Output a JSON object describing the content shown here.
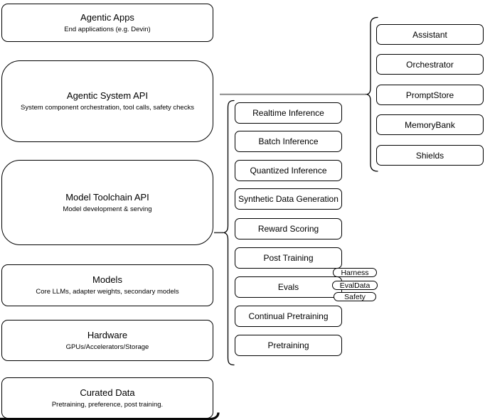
{
  "stack": [
    {
      "title": "Agentic Apps",
      "subtitle": "End applications (e.g. Devin)"
    },
    {
      "title": "Agentic System API",
      "subtitle": "System component orchestration, tool calls, safety checks"
    },
    {
      "title": "Model Toolchain API",
      "subtitle": "Model development & serving"
    },
    {
      "title": "Models",
      "subtitle": "Core LLMs, adapter weights, secondary models"
    },
    {
      "title": "Hardware",
      "subtitle": "GPUs/Accelerators/Storage"
    },
    {
      "title": "Curated Data",
      "subtitle": "Pretraining, preference, post training."
    }
  ],
  "toolchain": [
    "Realtime Inference",
    "Batch Inference",
    "Quantized Inference",
    "Synthetic Data Generation",
    "Reward Scoring",
    "Post Training",
    "Evals",
    "Continual Pretraining",
    "Pretraining"
  ],
  "eval_tags": [
    "Harness",
    "EvalData",
    "Safety"
  ],
  "system_components": [
    "Assistant",
    "Orchestrator",
    "PromptStore",
    "MemoryBank",
    "Shields"
  ],
  "colors": {
    "stroke": "#000000",
    "fill": "#ffffff",
    "connector": "#8a8a8a"
  }
}
